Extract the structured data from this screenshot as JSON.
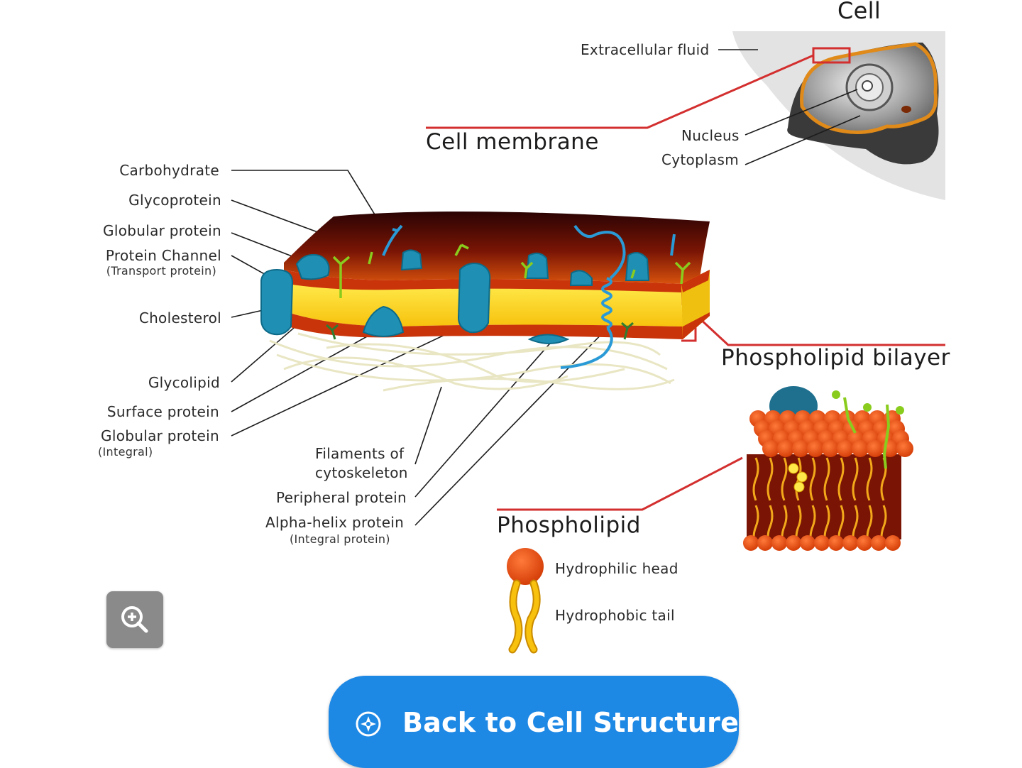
{
  "diagram": {
    "cell_title": "Cell",
    "extracellular_fluid": "Extracellular fluid",
    "cell_membrane": "Cell membrane",
    "nucleus": "Nucleus",
    "cytoplasm": "Cytoplasm",
    "left_labels": {
      "carbohydrate": "Carbohydrate",
      "glycoprotein": "Glycoprotein",
      "globular_protein": "Globular protein",
      "protein_channel": "Protein Channel",
      "protein_channel_sub": "(Transport protein)",
      "cholesterol": "Cholesterol",
      "glycolipid": "Glycolipid",
      "surface_protein": "Surface protein",
      "globular_protein_integral": "Globular protein",
      "globular_protein_integral_sub": "(Integral)"
    },
    "bottom_labels": {
      "filaments_line1": "Filaments of",
      "filaments_line2": "cytoskeleton",
      "peripheral_protein": "Peripheral protein",
      "alpha_helix": "Alpha-helix protein",
      "alpha_helix_sub": "(Integral protein)"
    },
    "phospholipid_bilayer": "Phospholipid bilayer",
    "phospholipid": "Phospholipid",
    "hydrophilic_head": "Hydrophilic head",
    "hydrophobic_tail": "Hydrophobic tail"
  },
  "controls": {
    "zoom_icon": "zoom-in-icon",
    "back_button_icon": "compass-icon",
    "back_button_label": "Back to Cell Structure"
  },
  "colors": {
    "button_blue": "#1e88e5",
    "zoom_gray": "#8a8a8a",
    "pointer_red": "#d32f2f",
    "protein_teal": "#1f8fb3",
    "bilayer_yellow": "#ffd21f",
    "membrane_dark": "#5a0a0a"
  }
}
